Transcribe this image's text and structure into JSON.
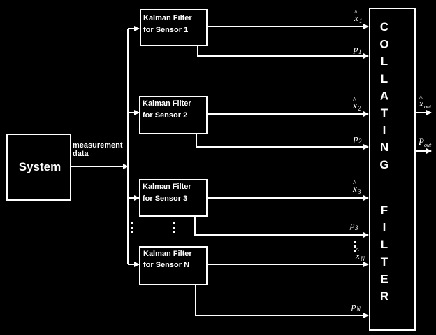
{
  "colors": {
    "background": "#000000",
    "foreground": "#ffffff"
  },
  "system": {
    "label": "System"
  },
  "input_label": {
    "line1": "measurement",
    "line2": "data"
  },
  "filters": [
    {
      "line1": "Kalman Filter",
      "line2": "for Sensor 1",
      "x_sub": "1",
      "p_sub": "1"
    },
    {
      "line1": "Kalman Filter",
      "line2": "for Sensor 2",
      "x_sub": "2",
      "p_sub": "2"
    },
    {
      "line1": "Kalman Filter",
      "line2": "for Sensor 3",
      "x_sub": "3",
      "p_sub": "3"
    },
    {
      "line1": "Kalman Filter",
      "line2": "for Sensor N",
      "x_sub": "N",
      "p_sub": "N"
    }
  ],
  "signals": {
    "x_symbol": "x",
    "p_symbol": "p"
  },
  "collating": {
    "word1": [
      "C",
      "O",
      "L",
      "L",
      "A",
      "T",
      "I",
      "N",
      "G"
    ],
    "word2": [
      "F",
      "I",
      "L",
      "T",
      "E",
      "R"
    ]
  },
  "outputs": {
    "x_symbol": "x",
    "x_sub": "out",
    "p_symbol": "P",
    "p_sub": "out"
  }
}
